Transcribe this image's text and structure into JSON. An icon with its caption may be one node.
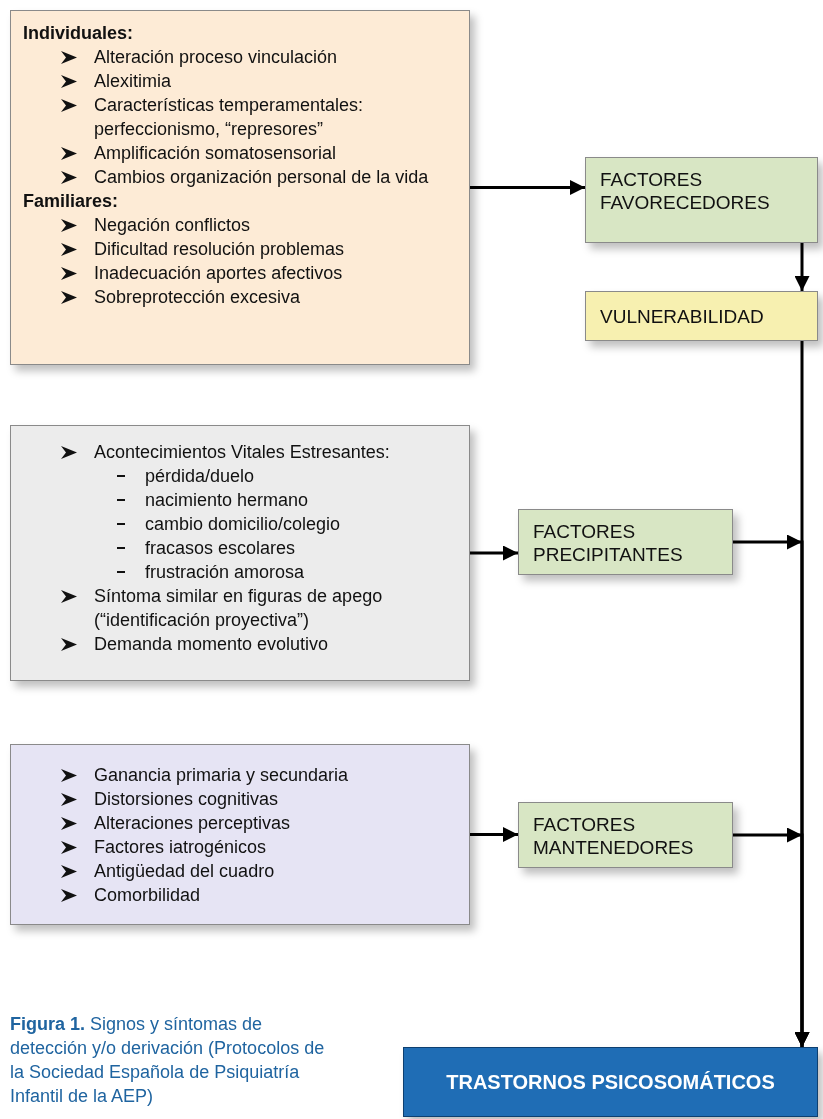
{
  "diagram": {
    "caption": "**Figura 1.** Signos y síntomas de detección y/o derivación (Protocolos de la Sociedad Española de Psiquiatría Infantil de la AEP)",
    "nodes": [
      {
        "text": [
          "Individuales:",
          "Alteración proceso vinculación",
          "Alexitimia",
          "Características temperamentales: perfeccionismo, “represores”",
          "Amplificación somatosensorial",
          "Cambios organización personal de la vida",
          "Familiares:",
          "Negación conflictos",
          "Dificultad resolución problemas",
          "Inadecuación aportes afectivos",
          "Sobreprotección excesiva"
        ]
      },
      {
        "text": [
          "FACTORES FAVORECEDORES"
        ]
      },
      {
        "text": [
          "VULNERABILIDAD"
        ]
      },
      {
        "text": [
          "Acontecimientos Vitales Estresantes:",
          "pérdida/duelo",
          "nacimiento hermano",
          "cambio domicilio/colegio",
          "fracasos escolares",
          "frustración amorosa",
          "Síntoma similar en figuras de apego (“identificación proyectiva”)",
          "Demanda momento evolutivo"
        ]
      },
      {
        "text": [
          "FACTORES PRECIPITANTES"
        ]
      },
      {
        "text": [
          "Ganancia primaria y secundaria",
          "Distorsiones cognitivas",
          "Alteraciones perceptivas",
          "Factores iatrogénicos",
          "Antigüedad del cuadro",
          "Comorbilidad"
        ]
      },
      {
        "text": [
          "FACTORES MANTENEDORES"
        ]
      },
      {
        "text": [
          "TRASTORNOS PSICOSOMÁTICOS"
        ]
      }
    ],
    "edges": [
      {
        "from": 0,
        "to": 1,
        "arrow": "to"
      },
      {
        "from": 1,
        "to": 2,
        "arrow": "to"
      },
      {
        "from": 2,
        "to": 7,
        "arrow": "to"
      },
      {
        "from": 3,
        "to": 4,
        "arrow": "to"
      },
      {
        "from": 4,
        "to": 7,
        "arrow": "to"
      },
      {
        "from": 5,
        "to": 6,
        "arrow": "to"
      },
      {
        "from": 6,
        "to": 7,
        "arrow": "to"
      }
    ]
  }
}
